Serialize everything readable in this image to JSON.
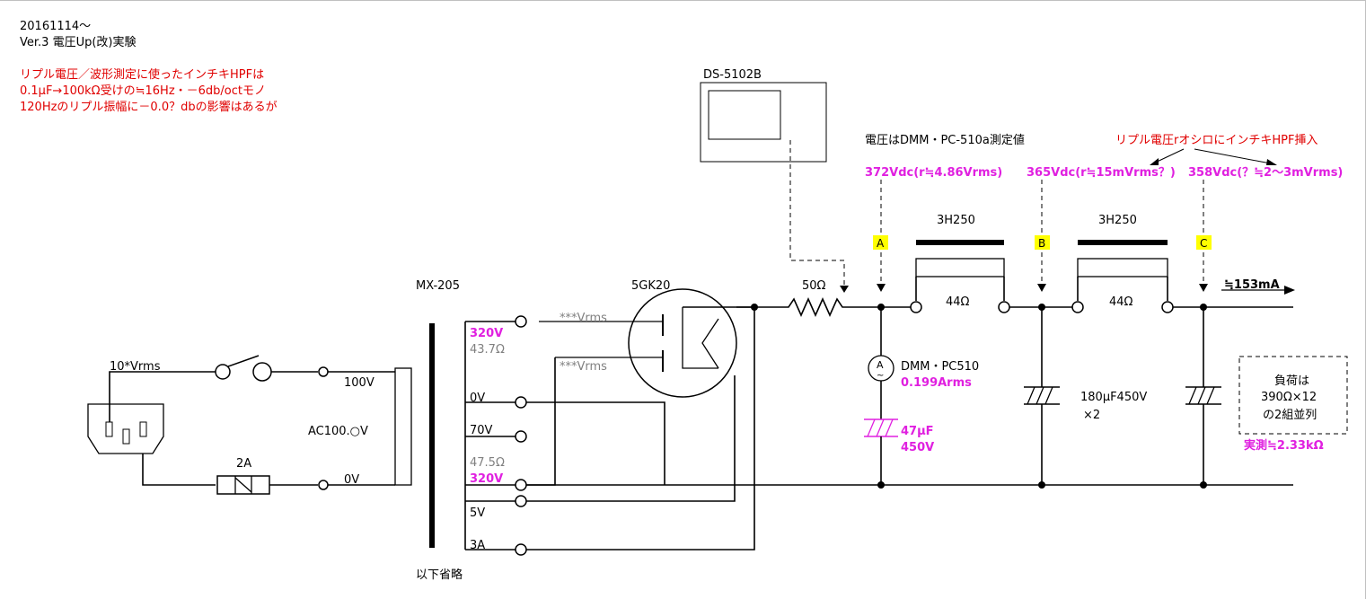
{
  "header": {
    "date": "20161114～",
    "version_title": "Ver.3  電圧Up(改)実験"
  },
  "notes": {
    "red_lines": [
      "リプル電圧／波形測定に使ったインチキHPFは",
      "0.1μF→100kΩ受けの≒16Hz・－6db/octモノ",
      "120Hzのリプル振幅に－0.0？dbの影響はあるが"
    ],
    "measurement_note": "電圧はDMM・PC-510a測定値",
    "hpf_note": "リプル電圧rオシロにインチキHPF挿入"
  },
  "scope": {
    "label": "DS-5102B"
  },
  "ac_input": {
    "vrms": "10*Vrms",
    "fuse": "2A",
    "supply": "AC100.○V",
    "tap_100": "100V",
    "tap_0": "0V"
  },
  "transformer": {
    "name": "MX-205",
    "taps": [
      "320V",
      "43.7Ω",
      "0V",
      "70V",
      "47.5Ω",
      "320V",
      "5V",
      "3A"
    ],
    "note_below": "以下省略"
  },
  "rectifier": {
    "tube": "5GK20",
    "vrms1": "***Vrms",
    "vrms2": "***Vrms"
  },
  "filter": {
    "resistor": "50Ω",
    "choke1": "3H250",
    "choke1_r": "44Ω",
    "choke2": "3H250",
    "choke2_r": "44Ω",
    "cap_mid": "180μF450V",
    "cap_mid_qty": "×2",
    "point_a": "A",
    "point_b": "B",
    "point_c": "C",
    "volt_a": "372Vdc(r≒4.86Vrms)",
    "volt_b": "365Vdc(r≒15mVrms？)",
    "volt_c": "358Vdc(？≒2～3mVrms)",
    "current_out": "≒153mA"
  },
  "ammeter": {
    "symbol": "A",
    "label": "DMM・PC510",
    "reading": "0.199Arms"
  },
  "cap_a": {
    "value": "47μF",
    "voltage": "450V"
  },
  "load": {
    "line1": "負荷は",
    "line2": "390Ω×12",
    "line3": "の2組並列",
    "measured": "実測≒2.33kΩ"
  },
  "colors": {
    "note_red": "#e00000",
    "measure_magenta": "#e020e0",
    "marker_yellow": "#ffff00",
    "gray_text": "#808080"
  }
}
